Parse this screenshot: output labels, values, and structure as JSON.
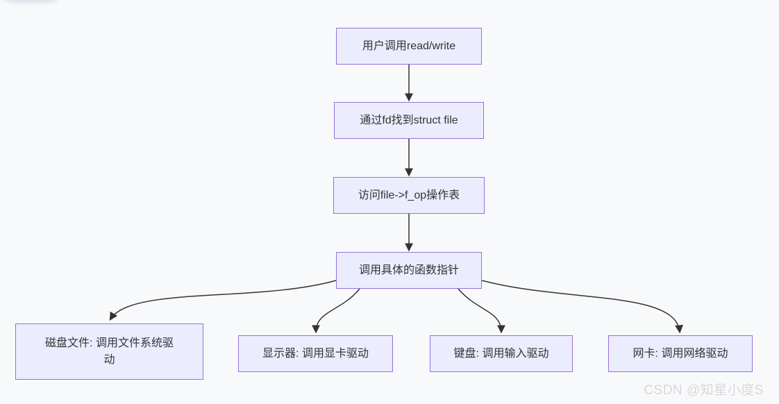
{
  "page": {
    "background_color": "#f8f9fb",
    "watermark_text": "CSDN @知星小度S"
  },
  "colors": {
    "node_fill": "#ECECFF",
    "node_border": "#9370DB",
    "node_text": "#333333",
    "edge_stroke": "#333333",
    "watermark_text": "#d6d6d8"
  },
  "diagram": {
    "type": "flowchart-top-down",
    "nodes": [
      {
        "id": "A",
        "label": "用户调用read/write"
      },
      {
        "id": "B",
        "label": "通过fd找到struct file"
      },
      {
        "id": "C",
        "label": "访问file->f_op操作表"
      },
      {
        "id": "D",
        "label": "调用具体的函数指针"
      },
      {
        "id": "E",
        "label": "磁盘文件: 调用文件系统驱动",
        "lines": [
          "磁盘文件: 调用文件系统驱",
          "动"
        ]
      },
      {
        "id": "F",
        "label": "显示器: 调用显卡驱动"
      },
      {
        "id": "G",
        "label": "键盘: 调用输入驱动"
      },
      {
        "id": "H",
        "label": "网卡: 调用网络驱动"
      }
    ],
    "edges": [
      {
        "from": "A",
        "to": "B"
      },
      {
        "from": "B",
        "to": "C"
      },
      {
        "from": "C",
        "to": "D"
      },
      {
        "from": "D",
        "to": "E"
      },
      {
        "from": "D",
        "to": "F"
      },
      {
        "from": "D",
        "to": "G"
      },
      {
        "from": "D",
        "to": "H"
      }
    ]
  }
}
